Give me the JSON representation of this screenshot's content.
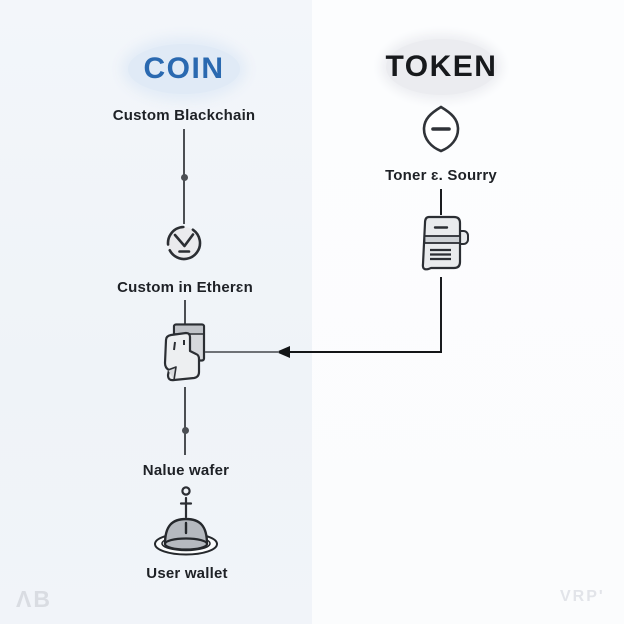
{
  "coin": {
    "title": "COIN",
    "label_blockchain": "Custom Blackchain",
    "label_ethereum": "Custom in Etherɛn",
    "label_value": "Nalue wafer",
    "label_wallet": "User wallet"
  },
  "token": {
    "title": "TOKEN",
    "label_source": "Toner ɛ. Sourry"
  },
  "watermarks": {
    "left": "ΛB",
    "right": "VRP'"
  },
  "colors": {
    "coin_title": "#2a69b0",
    "coin_bubble": "#e0eaf6",
    "token_title": "#17191c",
    "token_bubble": "#ebecf0",
    "left_panel_bg": "#f1f4f9",
    "right_panel_bg": "#fcfdfe",
    "connector_gray": "#4b4e53",
    "connector_black": "#131517",
    "label_text": "#1e2126",
    "icon_fill": "#e9ebee",
    "icon_stroke": "#2b2e33"
  },
  "icons": {
    "coin_step": "clock-check-icon",
    "coin_contract": "crumpled-box-icon",
    "coin_person": "person-icon",
    "coin_wallet": "hat-wallet-icon",
    "token_seed": "seed-lens-icon",
    "token_receipt": "receipt-icon"
  }
}
